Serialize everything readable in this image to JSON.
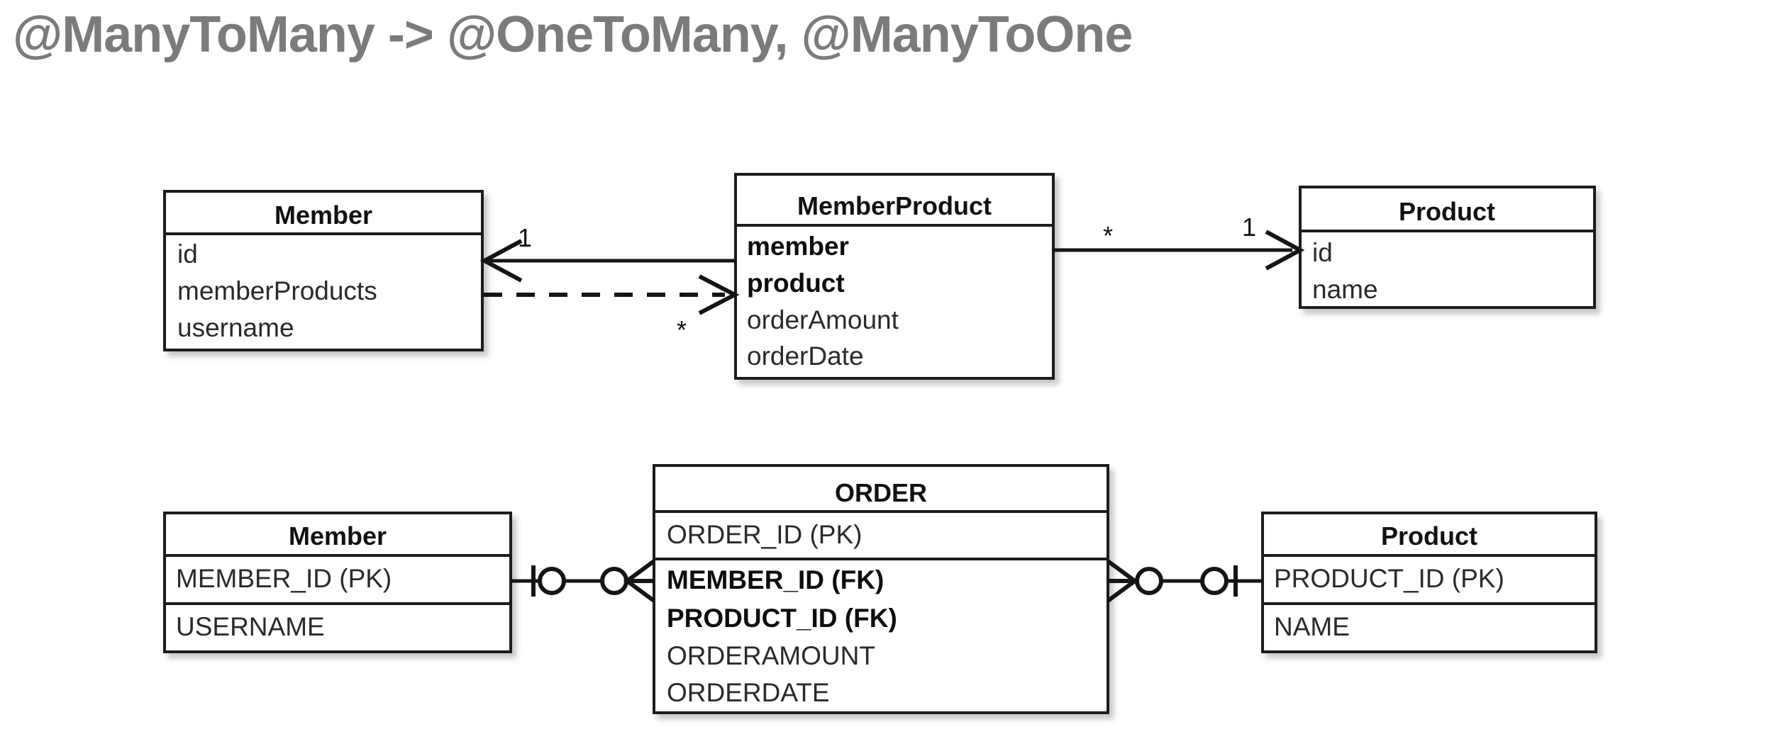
{
  "slide": {
    "title": "@ManyToMany -> @OneToMany, @ManyToOne",
    "title_color": "#7b7b7b",
    "background_color": "#ffffff",
    "line_color": "#151515"
  },
  "uml_diagram": {
    "name": "object-model-diagram",
    "classes": [
      {
        "id": "member",
        "title": "Member",
        "attributes": [
          {
            "label": "id",
            "bold": false
          },
          {
            "label": "memberProducts",
            "bold": false
          },
          {
            "label": "username",
            "bold": false
          }
        ]
      },
      {
        "id": "member-product",
        "title": "MemberProduct",
        "attributes": [
          {
            "label": "member",
            "bold": true
          },
          {
            "label": "product",
            "bold": true
          },
          {
            "label": "orderAmount",
            "bold": false
          },
          {
            "label": "orderDate",
            "bold": false
          }
        ]
      },
      {
        "id": "product",
        "title": "Product",
        "attributes": [
          {
            "label": "id",
            "bold": false
          },
          {
            "label": "name",
            "bold": false
          }
        ]
      }
    ],
    "associations": [
      {
        "id": "memberproduct-to-member",
        "style": "solid",
        "direction": "left",
        "source_multiplicity": "",
        "target_multiplicity": "1"
      },
      {
        "id": "member-to-memberproducts",
        "style": "dashed",
        "direction": "right",
        "source_multiplicity": "",
        "target_multiplicity": "*"
      },
      {
        "id": "memberproduct-to-product",
        "style": "solid",
        "direction": "right",
        "source_multiplicity": "*",
        "target_multiplicity": "1"
      }
    ]
  },
  "er_diagram": {
    "name": "relational-table-diagram",
    "tables": [
      {
        "id": "member-table",
        "title": "Member",
        "key_rows": [
          {
            "label": "MEMBER_ID (PK)",
            "bold": false
          }
        ],
        "body_rows": [
          {
            "label": "USERNAME",
            "bold": false
          }
        ]
      },
      {
        "id": "order-table",
        "title": "ORDER",
        "key_rows": [
          {
            "label": "ORDER_ID (PK)",
            "bold": false
          }
        ],
        "body_rows": [
          {
            "label": "MEMBER_ID (FK)",
            "bold": true
          },
          {
            "label": "PRODUCT_ID (FK)",
            "bold": true
          },
          {
            "label": "ORDERAMOUNT",
            "bold": false
          },
          {
            "label": "ORDERDATE",
            "bold": false
          }
        ]
      },
      {
        "id": "product-table",
        "title": "Product",
        "key_rows": [
          {
            "label": "PRODUCT_ID (PK)",
            "bold": false
          }
        ],
        "body_rows": [
          {
            "label": "NAME",
            "bold": false
          }
        ]
      }
    ],
    "relationships": [
      {
        "id": "member-order-relationship",
        "left_cardinality": "one-and-only-one-optional",
        "right_cardinality": "zero-or-many"
      },
      {
        "id": "order-product-relationship",
        "left_cardinality": "zero-or-many",
        "right_cardinality": "one-and-only-one-optional"
      }
    ]
  }
}
